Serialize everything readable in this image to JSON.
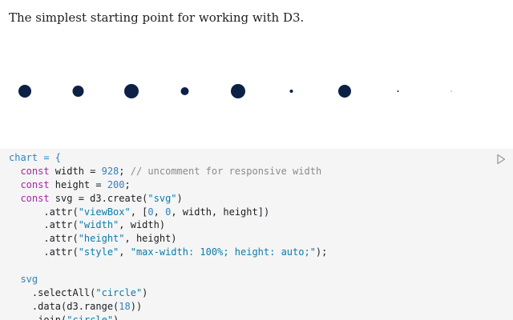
{
  "intro": {
    "text": "The simplest starting point for working with D3."
  },
  "viz": {
    "circle_color": "#0d2146",
    "circles": [
      {
        "index": 0,
        "radius": 8
      },
      {
        "index": 1,
        "radius": 7
      },
      {
        "index": 2,
        "radius": 9
      },
      {
        "index": 3,
        "radius": 5
      },
      {
        "index": 4,
        "radius": 9
      },
      {
        "index": 5,
        "radius": 2
      },
      {
        "index": 6,
        "radius": 8
      },
      {
        "index": 7,
        "radius": 1
      },
      {
        "index": 8,
        "radius": 0.5
      },
      {
        "index": 9,
        "radius": 0
      }
    ]
  },
  "code_cell": {
    "background": "#f5f5f5",
    "run_icon": "play-icon",
    "lines": [
      [
        {
          "t": "chart = {",
          "c": "def"
        }
      ],
      [
        {
          "t": "  ",
          "c": ""
        },
        {
          "t": "const",
          "c": "kw"
        },
        {
          "t": " width = ",
          "c": ""
        },
        {
          "t": "928",
          "c": "num"
        },
        {
          "t": "; ",
          "c": ""
        },
        {
          "t": "// uncomment for responsive width",
          "c": "com"
        }
      ],
      [
        {
          "t": "  ",
          "c": ""
        },
        {
          "t": "const",
          "c": "kw"
        },
        {
          "t": " height = ",
          "c": ""
        },
        {
          "t": "200",
          "c": "num"
        },
        {
          "t": ";",
          "c": ""
        }
      ],
      [
        {
          "t": "  ",
          "c": ""
        },
        {
          "t": "const",
          "c": "kw"
        },
        {
          "t": " svg = d3.create(",
          "c": ""
        },
        {
          "t": "\"svg\"",
          "c": "str"
        },
        {
          "t": ")",
          "c": ""
        }
      ],
      [
        {
          "t": "      .attr(",
          "c": ""
        },
        {
          "t": "\"viewBox\"",
          "c": "str"
        },
        {
          "t": ", [",
          "c": ""
        },
        {
          "t": "0",
          "c": "num"
        },
        {
          "t": ", ",
          "c": ""
        },
        {
          "t": "0",
          "c": "num"
        },
        {
          "t": ", width, height])",
          "c": ""
        }
      ],
      [
        {
          "t": "      .attr(",
          "c": ""
        },
        {
          "t": "\"width\"",
          "c": "str"
        },
        {
          "t": ", width)",
          "c": ""
        }
      ],
      [
        {
          "t": "      .attr(",
          "c": ""
        },
        {
          "t": "\"height\"",
          "c": "str"
        },
        {
          "t": ", height)",
          "c": ""
        }
      ],
      [
        {
          "t": "      .attr(",
          "c": ""
        },
        {
          "t": "\"style\"",
          "c": "str"
        },
        {
          "t": ", ",
          "c": ""
        },
        {
          "t": "\"max-width: 100%; height: auto;\"",
          "c": "str"
        },
        {
          "t": ");",
          "c": ""
        }
      ],
      [
        {
          "t": "",
          "c": ""
        }
      ],
      [
        {
          "t": "  svg",
          "c": "def"
        }
      ],
      [
        {
          "t": "    .selectAll(",
          "c": ""
        },
        {
          "t": "\"circle\"",
          "c": "str"
        },
        {
          "t": ")",
          "c": ""
        }
      ],
      [
        {
          "t": "    .data(d3.range(",
          "c": ""
        },
        {
          "t": "18",
          "c": "num"
        },
        {
          "t": "))",
          "c": ""
        }
      ],
      [
        {
          "t": "    .join(",
          "c": ""
        },
        {
          "t": "\"circle\"",
          "c": "str"
        },
        {
          "t": ")",
          "c": ""
        }
      ]
    ]
  }
}
